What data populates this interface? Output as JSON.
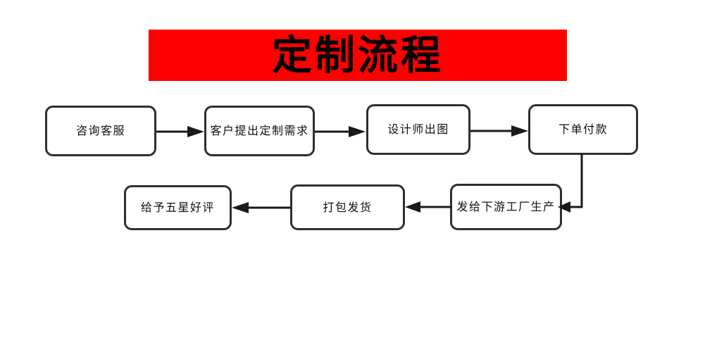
{
  "banner": {
    "title": "定制流程",
    "background_color": "#fe0000",
    "text_color": "#000000"
  },
  "diagram": {
    "box_border_color": "#2f2f2f",
    "box_fill_color": "#ffffff",
    "connector_color": "#1a1a1a",
    "rows": [
      {
        "name": "row-one",
        "direction": "left-to-right",
        "nodes": [
          {
            "id": "step-1",
            "label": "咨询客服"
          },
          {
            "id": "step-2",
            "label": "客户提出定制需求"
          },
          {
            "id": "step-3",
            "label": "设计师出图"
          },
          {
            "id": "step-4",
            "label": "下单付款"
          }
        ]
      },
      {
        "name": "row-two",
        "direction": "right-to-left",
        "nodes": [
          {
            "id": "step-5",
            "label": "发给下游工厂生产"
          },
          {
            "id": "step-6",
            "label": "打包发货"
          },
          {
            "id": "step-7",
            "label": "给予五星好评"
          }
        ]
      }
    ],
    "connectors": [
      {
        "id": "arrow-1-2",
        "from": "step-1",
        "to": "step-2",
        "type": "straight-right"
      },
      {
        "id": "arrow-2-3",
        "from": "step-2",
        "to": "step-3",
        "type": "straight-right"
      },
      {
        "id": "arrow-3-4",
        "from": "step-3",
        "to": "step-4",
        "type": "straight-right"
      },
      {
        "id": "arrow-4-5",
        "from": "step-4",
        "to": "step-5",
        "type": "elbow-down-left"
      },
      {
        "id": "arrow-5-6",
        "from": "step-5",
        "to": "step-6",
        "type": "straight-left"
      },
      {
        "id": "arrow-6-7",
        "from": "step-6",
        "to": "step-7",
        "type": "straight-left"
      }
    ]
  }
}
